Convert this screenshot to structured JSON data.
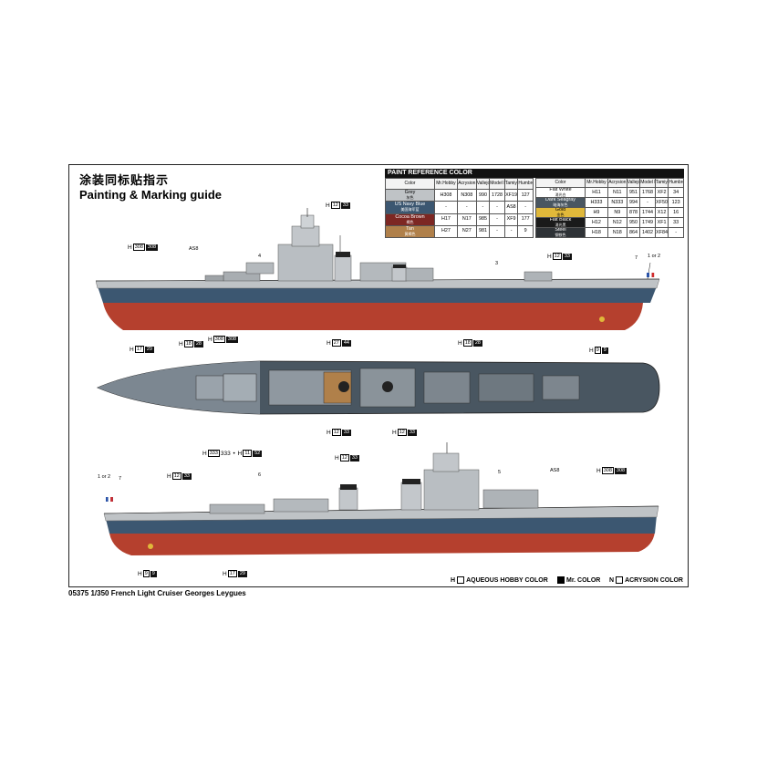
{
  "header": {
    "title_cn": "涂装同标贴指示",
    "title_en": "Painting & Marking guide"
  },
  "reference": {
    "title": "PAINT REFERENCE COLOR",
    "columns_left": [
      "Color",
      "Mr.Hobby",
      "Acrysion",
      "Vallejo",
      "Model Master",
      "Tamiya",
      "Humbrol"
    ],
    "columns_right": [
      "Color",
      "Mr.Hobby",
      "Acrysion",
      "Vallejo",
      "Model Master",
      "Tamiya",
      "Humbrol"
    ],
    "rows_left": [
      {
        "name": "Grey",
        "cn": "灰色",
        "color": "#bfc3c6",
        "text": "#000",
        "h": "H308",
        "n": "N308",
        "vallejo": "990",
        "mm": "1728",
        "tamiya": "XF19",
        "humbrol": "127"
      },
      {
        "name": "US Navy Blue",
        "cn": "美国海军蓝",
        "color": "#3c5771",
        "text": "#fff",
        "h": "-",
        "n": "-",
        "vallejo": "-",
        "mm": "-",
        "tamiya": "AS8",
        "humbrol": "-"
      },
      {
        "name": "Cocoa Brown",
        "cn": "褐色",
        "color": "#7d2723",
        "text": "#fff",
        "h": "H17",
        "n": "N17",
        "vallejo": "985",
        "mm": "-",
        "tamiya": "XF9",
        "humbrol": "177"
      },
      {
        "name": "Tan",
        "cn": "黄褐色",
        "color": "#b0804a",
        "text": "#fff",
        "h": "H27",
        "n": "N27",
        "vallejo": "981",
        "mm": "-",
        "tamiya": "-",
        "humbrol": "9"
      }
    ],
    "rows_right": [
      {
        "name": "Flat White",
        "cn": "消光白",
        "color": "#ffffff",
        "text": "#000",
        "h": "H11",
        "n": "N11",
        "vallejo": "951",
        "mm": "1768",
        "tamiya": "XF2",
        "humbrol": "34"
      },
      {
        "name": "Dark Seagray",
        "cn": "暗海灰色",
        "color": "#495661",
        "text": "#fff",
        "h": "H333",
        "n": "N333",
        "vallejo": "994",
        "mm": "-",
        "tamiya": "XF50",
        "humbrol": "123"
      },
      {
        "name": "Gold",
        "cn": "金色",
        "color": "#e0b83a",
        "text": "#000",
        "h": "H9",
        "n": "N9",
        "vallejo": "878",
        "mm": "1744",
        "tamiya": "X12",
        "humbrol": "16"
      },
      {
        "name": "Flat Black",
        "cn": "消光黑",
        "color": "#1a1a1a",
        "text": "#fff",
        "h": "H12",
        "n": "N12",
        "vallejo": "950",
        "mm": "1749",
        "tamiya": "XF1",
        "humbrol": "33"
      },
      {
        "name": "Steel",
        "cn": "钢铁色",
        "color": "#2e3236",
        "text": "#fff",
        "h": "H18",
        "n": "N18",
        "vallejo": "864",
        "mm": "1402",
        "tamiya": "XF84",
        "humbrol": "-"
      }
    ]
  },
  "callouts": {
    "top": [
      {
        "id": "h12-33-top",
        "h": "12",
        "k": "33"
      },
      {
        "id": "h308-308-top",
        "h": "308",
        "k": "308"
      },
      {
        "id": "h12-33-right",
        "h": "12",
        "k": "33"
      },
      {
        "id": "h17-29-left",
        "h": "17",
        "k": "29"
      },
      {
        "id": "h9-9-right",
        "h": "9",
        "k": "9"
      }
    ],
    "deck": [
      {
        "id": "h18-28-a",
        "h": "18",
        "k": "28"
      },
      {
        "id": "h308-308-deck",
        "h": "308",
        "k": "308"
      },
      {
        "id": "h27-44",
        "h": "27",
        "k": "44"
      },
      {
        "id": "h18-28-b",
        "h": "18",
        "k": "28"
      },
      {
        "id": "h12-33-deck-a",
        "h": "12",
        "k": "33"
      },
      {
        "id": "h12-33-deck-b",
        "h": "12",
        "k": "33"
      },
      {
        "id": "h333-333",
        "h": "333",
        "k": "333",
        "extra_h": "11",
        "extra_k": "52"
      }
    ],
    "bottom": [
      {
        "id": "h12-33-b1",
        "h": "12",
        "k": "33"
      },
      {
        "id": "h12-33-b2",
        "h": "12",
        "k": "33"
      },
      {
        "id": "h308-308-b",
        "h": "308",
        "k": "308"
      },
      {
        "id": "h9-9-b",
        "h": "9",
        "k": "9"
      },
      {
        "id": "h17-29-b",
        "h": "17",
        "k": "29"
      }
    ],
    "markers": {
      "as8": "AS8",
      "n4": "4",
      "n3": "3",
      "n7": "7",
      "n1or2": "1 or 2",
      "n6": "6",
      "n5": "5"
    }
  },
  "legend": {
    "aqueous": "AQUEOUS HOBBY COLOR",
    "mr": "Mr. COLOR",
    "acrysion": "ACRYSION COLOR"
  },
  "footer": "05375 1/350 French Light Cruiser Georges Leygues",
  "letters": {
    "h": "H",
    "n": "N"
  },
  "colors": {
    "hull_grey": "#bfc3c6",
    "navy_blue": "#3c5771",
    "hull_red": "#b5402e",
    "deck": "#495661"
  }
}
